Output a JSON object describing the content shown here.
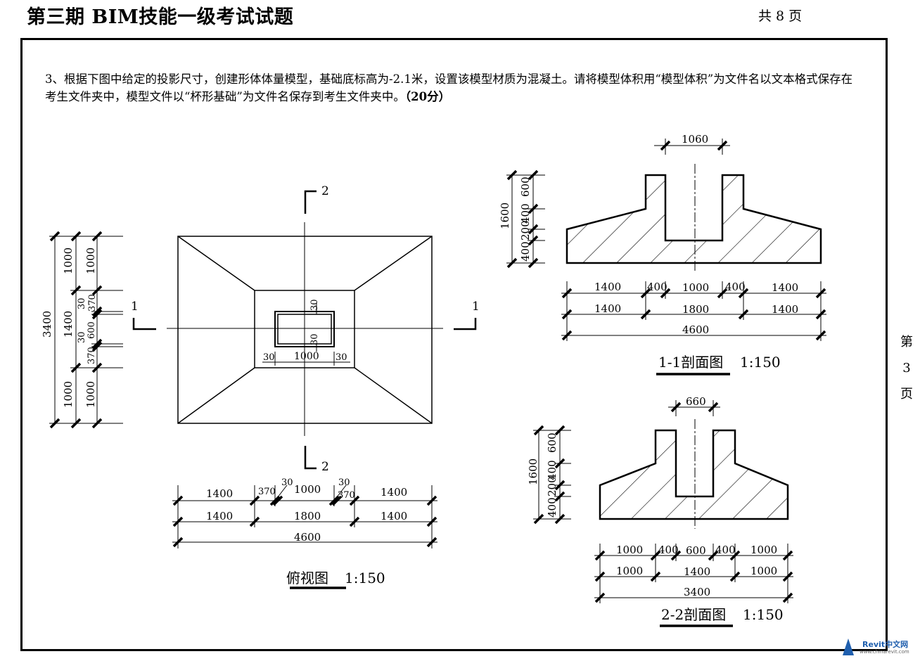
{
  "header": {
    "title": "第三期 BIM技能一级考试试题",
    "pages": "共 8 页"
  },
  "question": {
    "text": "3、根据下图中给定的投影尺寸，创建形体体量模型，基础底标高为-2.1米，设置该模型材质为混凝土。请将模型体积用“模型体积”为文件名以文本格式保存在考生文件夹中，模型文件以“杯形基础”为文件名保存到考生文件夹中。",
    "score": "（20分）"
  },
  "side_page": [
    "第",
    "3",
    "页"
  ],
  "plan_view": {
    "caption": "俯视图",
    "scale": "1:150",
    "section_marks": {
      "left": "1",
      "right": "1",
      "top": "2",
      "bottom": "2"
    },
    "dims_left_outer": {
      "total": "3400"
    },
    "dims_left_mid": {
      "top": "1000",
      "mid": "1400",
      "bottom": "1000"
    },
    "dims_left_inner": {
      "top": "1000",
      "a": "30",
      "b": "370",
      "c": "600",
      "d": "30",
      "e": "370",
      "bottom": "1000"
    },
    "dims_center": {
      "top_wall": "30",
      "bottom_wall": "30",
      "left_wall": "30",
      "right_wall": "30",
      "inner": "1000"
    },
    "dims_bottom_row1": {
      "a": "1400",
      "b": "370",
      "c": "30",
      "d": "1000",
      "e": "30",
      "f": "370",
      "g": "1400"
    },
    "dims_bottom_row2": {
      "a": "1400",
      "b": "1800",
      "c": "1400"
    },
    "dims_bottom_row3": {
      "total": "4600"
    }
  },
  "section_1": {
    "caption": "1-1剖面图",
    "scale": "1:150",
    "top_dim": "1060",
    "left_outer": "1600",
    "left_inner": [
      "600",
      "400",
      "200",
      "400"
    ],
    "row1": [
      "1400",
      "400",
      "1000",
      "400",
      "1400"
    ],
    "row2": [
      "1400",
      "1800",
      "1400"
    ],
    "row3": "4600"
  },
  "section_2": {
    "caption": "2-2剖面图",
    "scale": "1:150",
    "top_dim": "660",
    "left_outer": "1600",
    "left_inner": [
      "600",
      "400",
      "200",
      "400"
    ],
    "row1": [
      "1000",
      "400",
      "600",
      "400",
      "1000"
    ],
    "row2": [
      "1000",
      "1400",
      "1000"
    ],
    "row3": "3400"
  },
  "watermark": {
    "brand": "Revit中文网",
    "url": "www.chinarevit.com"
  }
}
